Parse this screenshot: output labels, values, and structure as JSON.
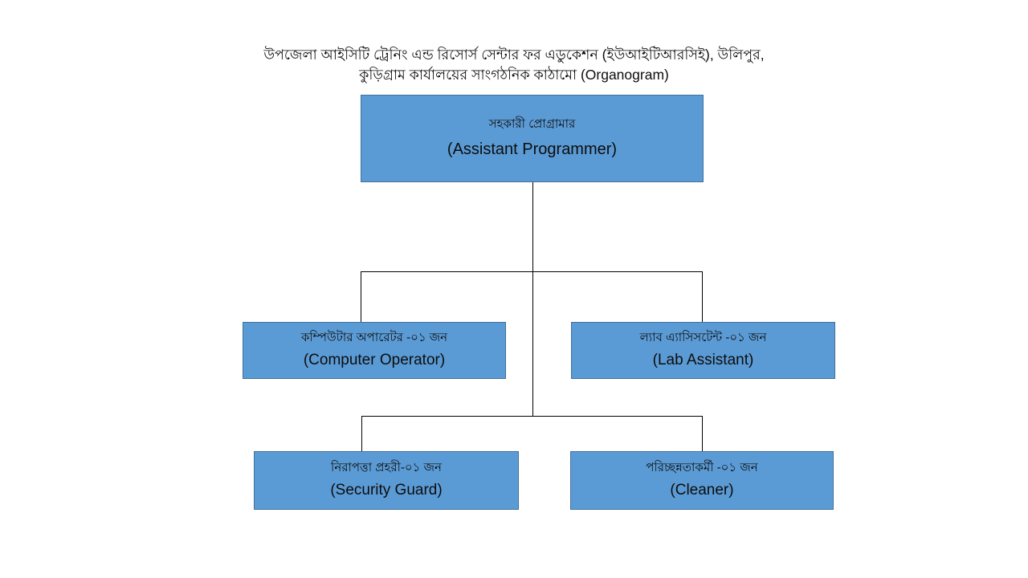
{
  "title": {
    "line1": "উপজেলা আইসিটি ট্রেনিং এন্ড রিসোর্স সেন্টার ফর এডুকেশন (ইউআইটিআরসিই), উলিপুর,",
    "line2": "কুড়িগ্রাম কার্যালয়ের সাংগঠনিক কাঠামো (Organogram)"
  },
  "colors": {
    "node_fill": "#5B9BD5",
    "node_border": "#41719C",
    "connector": "#000000",
    "text": "#0D0D0D",
    "background": "#FFFFFF"
  },
  "chart_data": {
    "type": "diagram",
    "diagram_type": "organogram",
    "title": "উপজেলা আইসিটি ট্রেনিং এন্ড রিসোর্স সেন্টার ফর এডুকেশন (ইউআইটিআরসিই), উলিপুর, কুড়িগ্রাম কার্যালয়ের সাংগঠনিক কাঠামো (Organogram)",
    "levels": 3,
    "nodes": [
      {
        "id": "assistant-programmer",
        "level": 1,
        "label_bn": "সহকারী প্রোগ্রামার",
        "label_en": "(Assistant Programmer)",
        "count": "",
        "parent": null
      },
      {
        "id": "computer-operator",
        "level": 2,
        "label_bn": "কম্পিউটার অপারেটর -০১ জন",
        "label_en": "(Computer Operator)",
        "count": "০১",
        "parent": "assistant-programmer"
      },
      {
        "id": "lab-assistant",
        "level": 2,
        "label_bn": "ল্যাব এ্যাসিসটেন্ট -০১ জন",
        "label_en": "(Lab Assistant)",
        "count": "০১",
        "parent": "assistant-programmer"
      },
      {
        "id": "security-guard",
        "level": 3,
        "label_bn": "নিরাপত্তা প্রহরী-০১ জন",
        "label_en": "(Security Guard)",
        "count": "০১",
        "parent": "assistant-programmer"
      },
      {
        "id": "cleaner",
        "level": 3,
        "label_bn": "পরিচ্ছন্নতাকর্মী -০১ জন",
        "label_en": "(Cleaner)",
        "count": "০১",
        "parent": "assistant-programmer"
      }
    ],
    "edges": [
      {
        "from": "assistant-programmer",
        "to": "computer-operator"
      },
      {
        "from": "assistant-programmer",
        "to": "lab-assistant"
      },
      {
        "from": "assistant-programmer",
        "to": "security-guard"
      },
      {
        "from": "assistant-programmer",
        "to": "cleaner"
      }
    ]
  },
  "nodes": {
    "assistant_programmer": {
      "bn": "সহকারী প্রোগ্রামার",
      "en": "(Assistant Programmer)"
    },
    "computer_operator": {
      "bn": "কম্পিউটার অপারেটর -০১ জন",
      "en": "(Computer Operator)"
    },
    "lab_assistant": {
      "bn": "ল্যাব এ্যাসিসটেন্ট -০১ জন",
      "en": "(Lab Assistant)"
    },
    "security_guard": {
      "bn": "নিরাপত্তা প্রহরী-০১ জন",
      "en": "(Security Guard)"
    },
    "cleaner": {
      "bn": "পরিচ্ছন্নতাকর্মী -০১ জন",
      "en": "(Cleaner)"
    }
  }
}
